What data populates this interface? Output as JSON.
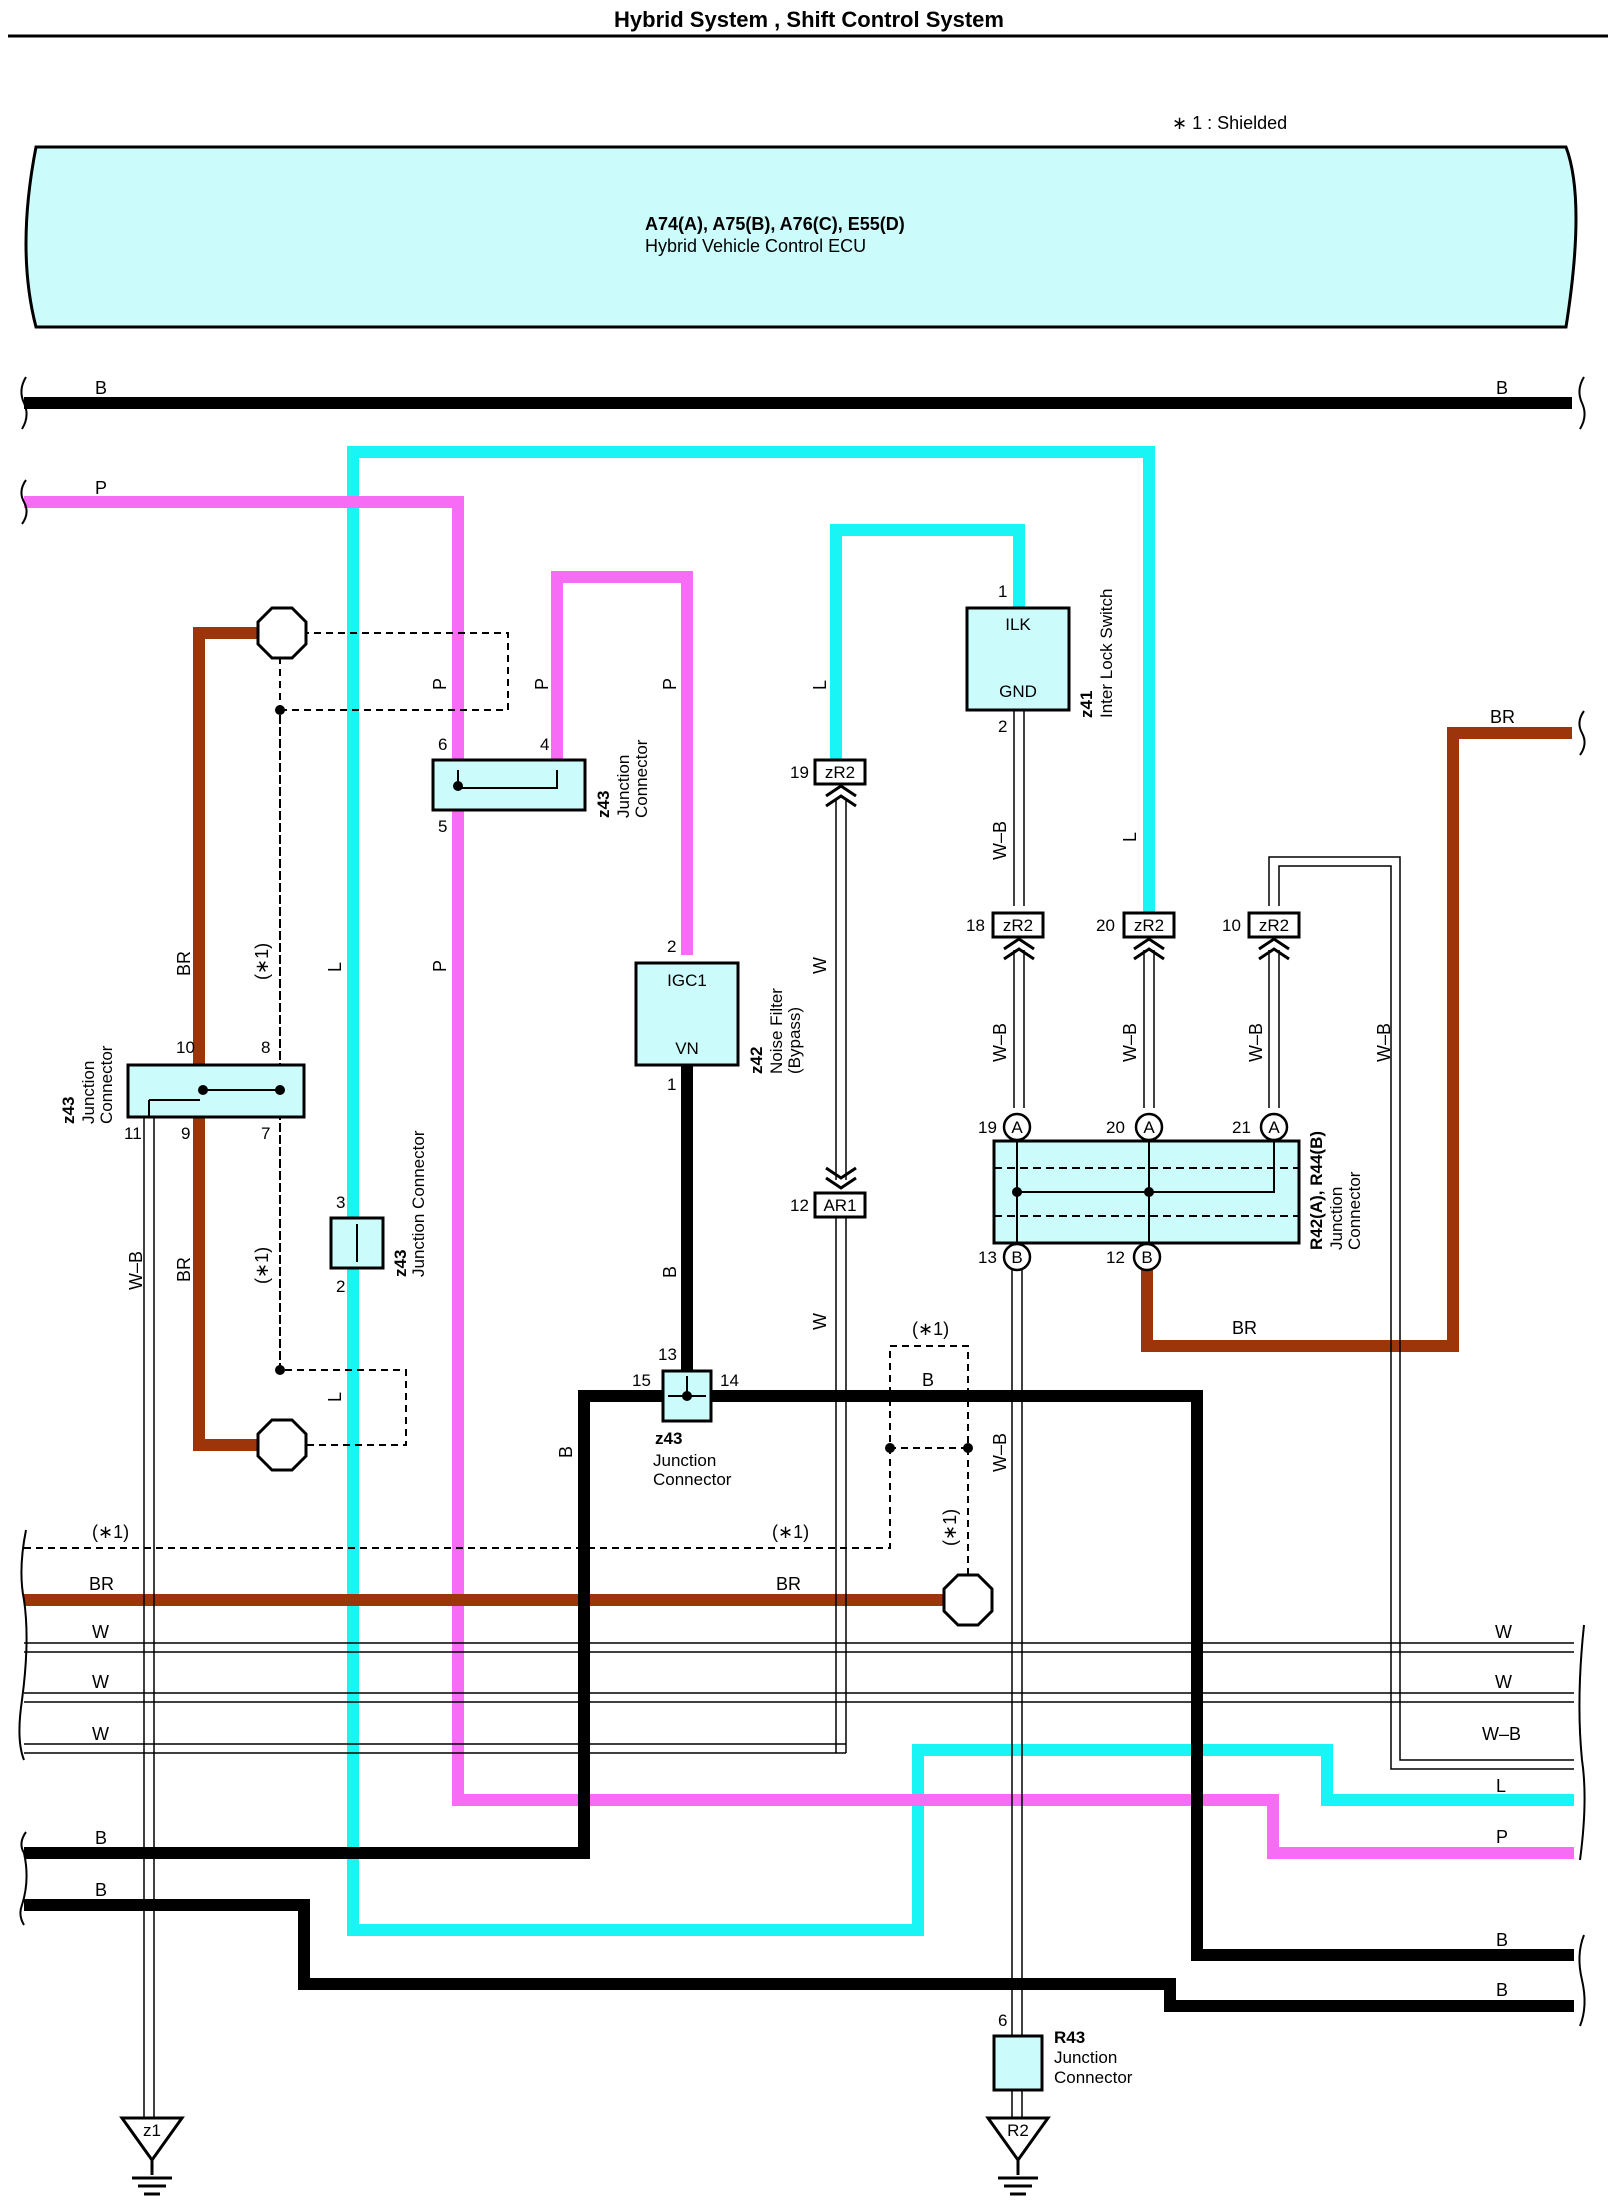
{
  "title": "Hybrid System , Shift Control System",
  "note": "∗ 1 : Shielded",
  "colors": {
    "B": "#000000",
    "P": "#f76cf4",
    "L": "#19f4f5",
    "BR": "#9c3509",
    "component_fill": "#ccfbfb",
    "shield": "#000000"
  },
  "ecu": {
    "code": "A74(A), A75(B), A76(C), E55(D)",
    "name": "Hybrid Vehicle Control ECU"
  },
  "components": {
    "ils": {
      "code": "z41",
      "name": "Inter Lock Switch",
      "t1": "ILK",
      "t2": "GND",
      "p1": "1",
      "p2": "2"
    },
    "nf": {
      "code": "z42",
      "name1": "Noise Filter",
      "name2": "(Bypass)",
      "t1": "IGC1",
      "t2": "VN",
      "p1": "2",
      "p2": "1"
    },
    "jc_left": {
      "code": "z43",
      "name1": "Junction",
      "name2": "Connector",
      "p10": "10",
      "p8": "8",
      "p11": "11",
      "p9": "9",
      "p7": "7"
    },
    "jc_top": {
      "code": "z43",
      "name1": "Junction",
      "name2": "Connector",
      "p6": "6",
      "p4": "4",
      "p5": "5"
    },
    "jc_mid": {
      "code": "z43",
      "name": "Junction Connector",
      "p3": "3",
      "p2": "2"
    },
    "jc_bot": {
      "code": "z43",
      "name1": "Junction",
      "name2": "Connector",
      "p13": "13",
      "p15": "15",
      "p14": "14"
    },
    "jc_r42": {
      "code": "R42(A), R44(B)",
      "name1": "Junction",
      "name2": "Connector",
      "a19": "19",
      "a20": "20",
      "a21": "21",
      "b13": "13",
      "b12": "12",
      "A": "A",
      "B": "B"
    },
    "jc_r43": {
      "code": "R43",
      "name1": "Junction",
      "name2": "Connector",
      "p6": "6"
    }
  },
  "connectors": {
    "c19": {
      "num": "19",
      "name": "zR2"
    },
    "c18": {
      "num": "18",
      "name": "zR2"
    },
    "c20": {
      "num": "20",
      "name": "zR2"
    },
    "c10": {
      "num": "10",
      "name": "zR2"
    },
    "c12": {
      "num": "12",
      "name": "AR1"
    }
  },
  "grounds": {
    "g1": "z1",
    "g2": "R2"
  },
  "wire_labels": {
    "B": "B",
    "P": "P",
    "BR": "BR",
    "L": "L",
    "W": "W",
    "WB": "W–B",
    "shield": "(∗1)"
  }
}
